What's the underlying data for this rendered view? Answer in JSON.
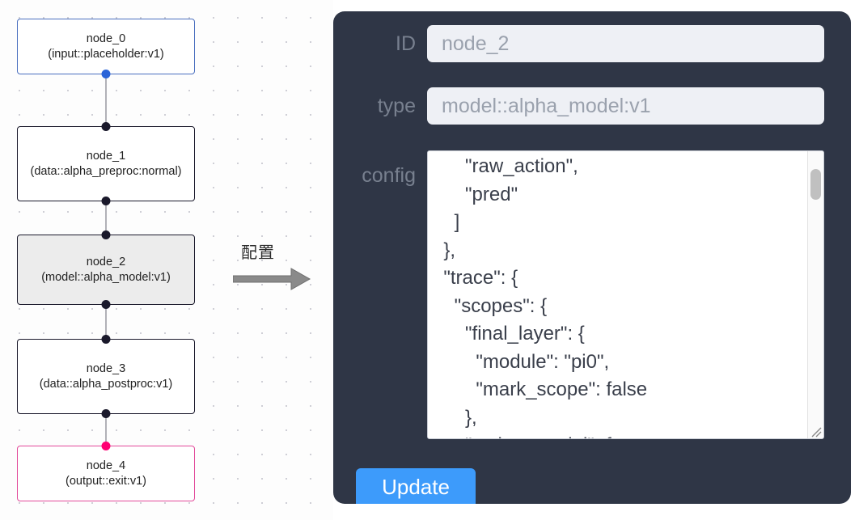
{
  "graph": {
    "nodes": [
      {
        "id": "node_0",
        "title": "node_0",
        "subtitle": "(input::placeholder:v1)",
        "kind": "input",
        "selected": false,
        "handles": {
          "top": false,
          "bottom": true
        }
      },
      {
        "id": "node_1",
        "title": "node_1",
        "subtitle": "(data::alpha_preproc:normal)",
        "kind": "default",
        "selected": false,
        "handles": {
          "top": true,
          "bottom": true
        }
      },
      {
        "id": "node_2",
        "title": "node_2",
        "subtitle": "(model::alpha_model:v1)",
        "kind": "default",
        "selected": true,
        "handles": {
          "top": true,
          "bottom": true
        }
      },
      {
        "id": "node_3",
        "title": "node_3",
        "subtitle": "(data::alpha_postproc:v1)",
        "kind": "default",
        "selected": false,
        "handles": {
          "top": true,
          "bottom": true
        }
      },
      {
        "id": "node_4",
        "title": "node_4",
        "subtitle": "(output::exit:v1)",
        "kind": "output",
        "selected": false,
        "handles": {
          "top": true,
          "bottom": false
        }
      }
    ],
    "edges": [
      {
        "from": "node_0",
        "to": "node_1"
      },
      {
        "from": "node_1",
        "to": "node_2"
      },
      {
        "from": "node_2",
        "to": "node_3"
      },
      {
        "from": "node_3",
        "to": "node_4"
      }
    ],
    "colors": {
      "input_border": "#4a6fbf",
      "output_border": "#e24a9a",
      "default_border": "#1a192b",
      "selected_fill": "#ececec",
      "handle_default": "#1a192b",
      "handle_input": "#2a64d8",
      "handle_output": "#ff0072",
      "edge": "#b1b1b7",
      "canvas_dot": "#cfcfd6"
    }
  },
  "annotation": {
    "label": "配置",
    "arrow_icon": "right-arrow-icon",
    "arrow_color": "#808080"
  },
  "inspector": {
    "panel_color": "#2f3646",
    "fields": [
      {
        "key": "id",
        "label": "ID",
        "value": "node_2"
      },
      {
        "key": "type",
        "label": "type",
        "value": "model::alpha_model:v1"
      },
      {
        "key": "config",
        "label": "config",
        "value": ""
      }
    ],
    "id_label": "ID",
    "id_value": "node_2",
    "type_label": "type",
    "type_value": "model::alpha_model:v1",
    "config_label": "config",
    "config_value": "      \"raw_action\",\n      \"pred\"\n    ]\n  },\n  \"trace\": {\n    \"scopes\": {\n      \"final_layer\": {\n        \"module\": \"pi0\",\n        \"mark_scope\": false\n      },\n      \"action_model\": {",
    "scrollbar": {
      "visible": true,
      "thumb_position": "near-top"
    },
    "update_label": "Update",
    "update_color": "#3d9bfb"
  }
}
